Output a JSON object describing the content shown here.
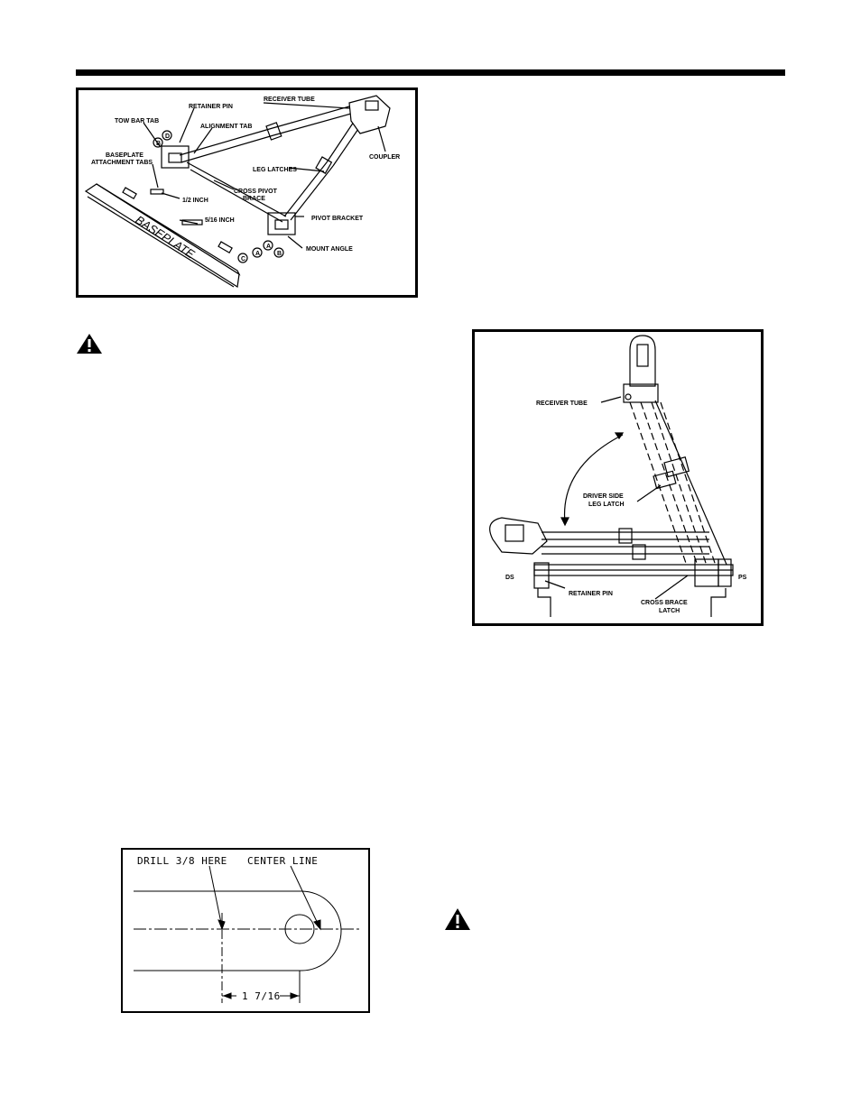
{
  "figure1": {
    "labels": {
      "retainer_pin": "RETAINER PIN",
      "receiver_tube": "RECEIVER TUBE",
      "tow_bar_tab": "TOW BAR TAB",
      "alignment_tab": "ALIGNMENT TAB",
      "coupler": "COUPLER",
      "baseplate_attachment_tabs_1": "BASEPLATE",
      "baseplate_attachment_tabs_2": "ATTACHMENT TABS",
      "leg_latches": "LEG LATCHES",
      "cross_pivot_brace_1": "CROSS PIVOT",
      "cross_pivot_brace_2": "BRACE",
      "half_inch": "1/2 INCH",
      "five_sixteenth_inch": "5/16 INCH",
      "pivot_bracket": "PIVOT BRACKET",
      "mount_angle": "MOUNT ANGLE",
      "baseplate": "BASEPLATE",
      "marker_a": "A",
      "marker_b": "B",
      "marker_c": "C",
      "marker_d": "D"
    }
  },
  "figure2": {
    "labels": {
      "receiver_tube": "RECEIVER TUBE",
      "driver_side_1": "DRIVER SIDE",
      "driver_side_2": "LEG LATCH",
      "ds": "DS",
      "ps": "PS",
      "retainer_pin": "RETAINER PIN",
      "cross_brace_1": "CROSS BRACE",
      "cross_brace_2": "LATCH"
    }
  },
  "figure3": {
    "labels": {
      "drill": "DRILL 3/8 HERE",
      "center_line": "CENTER LINE",
      "dimension": "1 7/16"
    }
  }
}
